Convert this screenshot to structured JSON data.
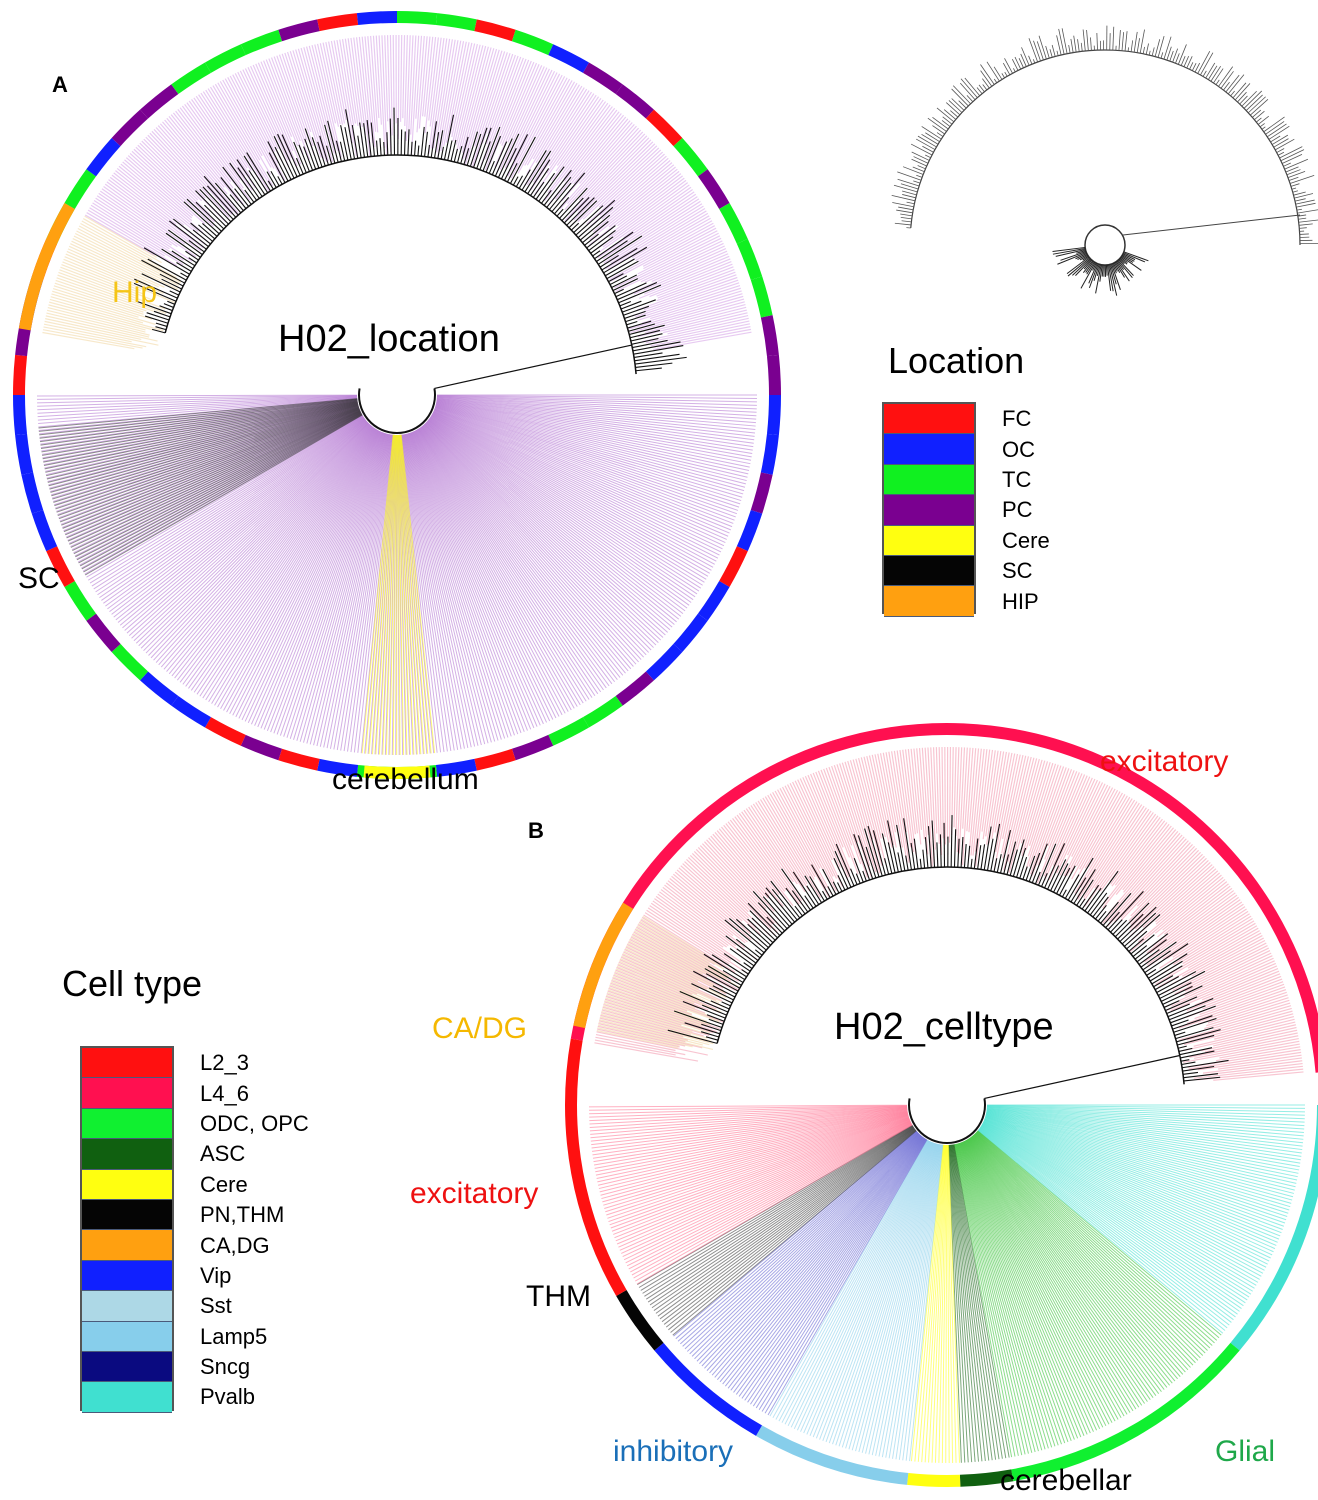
{
  "panel_a": {
    "letter": "A",
    "title": "H02_location",
    "labels": {
      "hip": "Hip",
      "sc": "SC",
      "cerebellum": "cerebellum"
    },
    "label_colors": {
      "hip": "#f5c518",
      "sc": "#111111",
      "cerebellum": "#111111"
    }
  },
  "location_legend": {
    "title": "Location",
    "items": [
      {
        "label": "FC",
        "color": "#ff1010"
      },
      {
        "label": "OC",
        "color": "#1020ff"
      },
      {
        "label": "TC",
        "color": "#10f020"
      },
      {
        "label": "PC",
        "color": "#7a0090"
      },
      {
        "label": "Cere",
        "color": "#ffff10"
      },
      {
        "label": "SC",
        "color": "#050505"
      },
      {
        "label": "HIP",
        "color": "#ffa010"
      }
    ]
  },
  "panel_b": {
    "letter": "B",
    "title": "H02_celltype",
    "labels": {
      "excitatory_top": "excitatory",
      "ca_dg": "CA/DG",
      "excitatory_left": "excitatory",
      "thm": "THM",
      "inhibitory": "inhibitory",
      "cerebellar": "cerebellar",
      "glial": "Glial"
    },
    "label_colors": {
      "excitatory": "#ee1111",
      "ca_dg": "#f5b800",
      "thm": "#111111",
      "inhibitory": "#1a6fb8",
      "cerebellar": "#111111",
      "glial": "#1fa84a"
    }
  },
  "celltype_legend": {
    "title": "Cell type",
    "items": [
      {
        "label": "L2_3",
        "color": "#ff1010"
      },
      {
        "label": "L4_6",
        "color": "#ff1050"
      },
      {
        "label": "ODC, OPC",
        "color": "#10f030"
      },
      {
        "label": "ASC",
        "color": "#106010"
      },
      {
        "label": "Cere",
        "color": "#ffff10"
      },
      {
        "label": "PN,THM",
        "color": "#050505"
      },
      {
        "label": "CA,DG",
        "color": "#ffa010"
      },
      {
        "label": "Vip",
        "color": "#1020ff"
      },
      {
        "label": "Sst",
        "color": "#add8e6"
      },
      {
        "label": "Lamp5",
        "color": "#87ceeb"
      },
      {
        "label": "Sncg",
        "color": "#0a0a80"
      },
      {
        "label": "Pvalb",
        "color": "#40e0d0"
      }
    ]
  }
}
